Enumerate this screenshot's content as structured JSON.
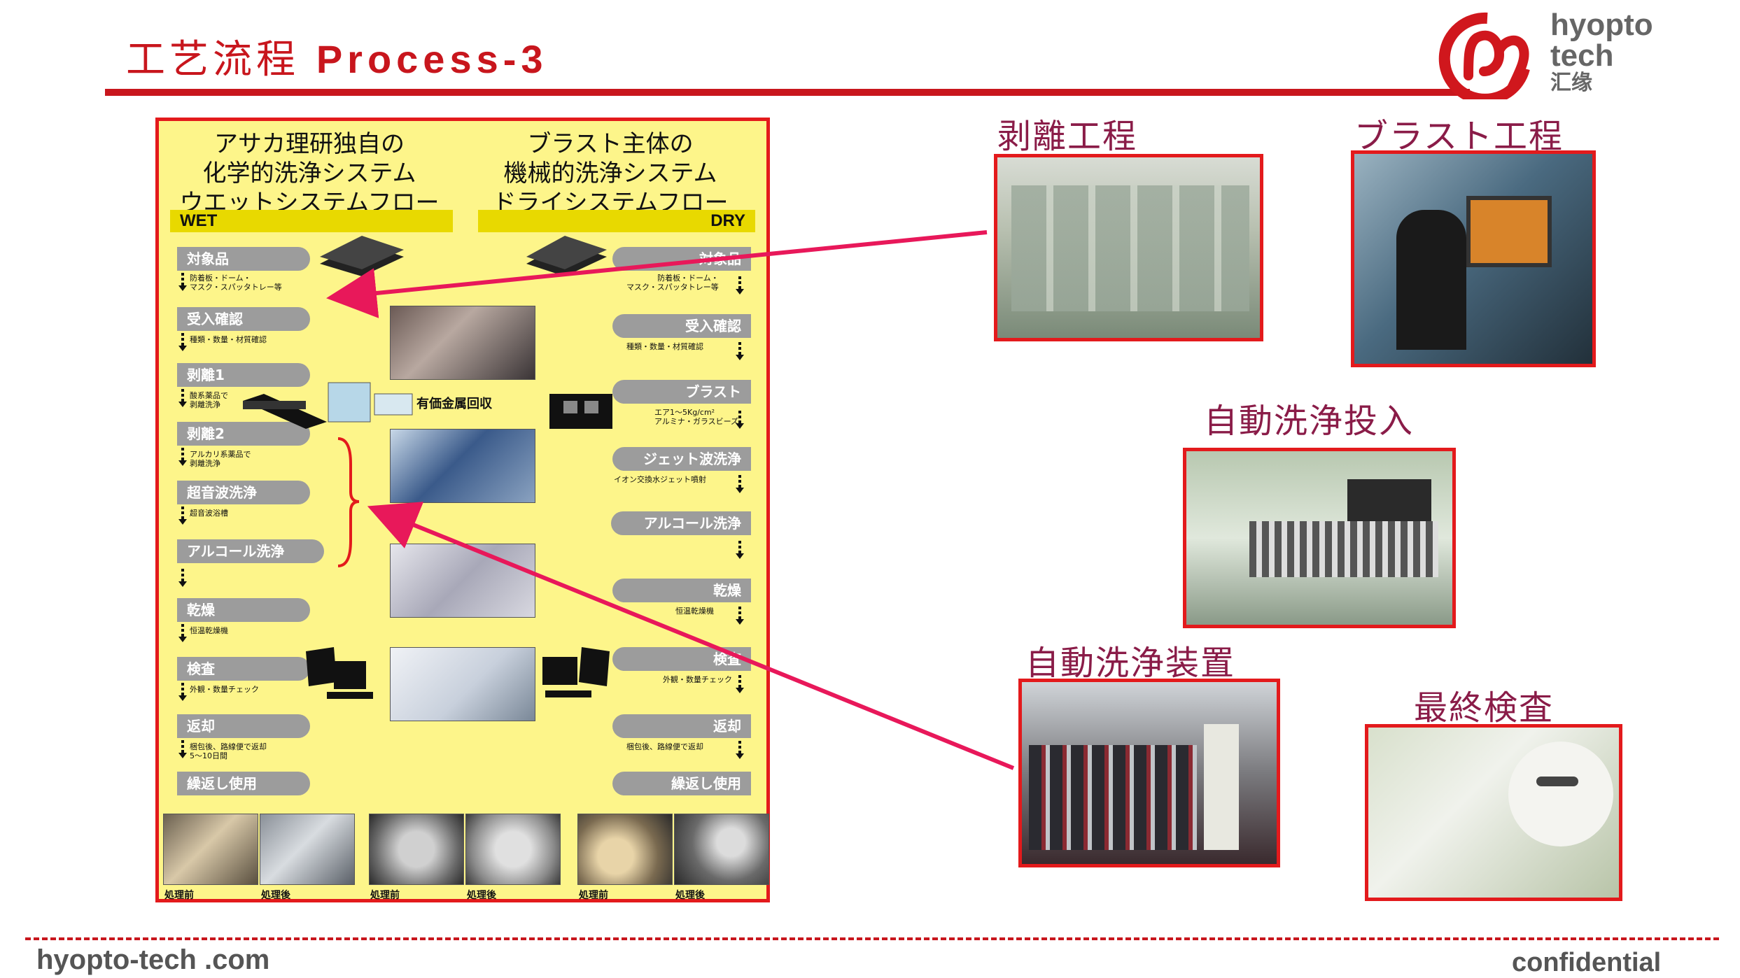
{
  "header": {
    "title_cn": "工艺流程",
    "title_en": "Process-3"
  },
  "logo": {
    "line1": "hyopto",
    "line2": "tech",
    "line3": "汇缘",
    "brand_color": "#c8161d"
  },
  "poster": {
    "wet": {
      "heading": [
        "アサカ理研独自の",
        "化学的洗浄システム",
        "ウエットシステムフロー"
      ],
      "tag": "WET",
      "steps": [
        {
          "label": "対象品",
          "note": "防着板・ドーム・\nマスク・スパッタトレー等"
        },
        {
          "label": "受入確認",
          "note": "種類・数量・材質確認"
        },
        {
          "label": "剥離1",
          "note": "酸系薬品で\n剥離洗浄"
        },
        {
          "label": "剥離2",
          "note": "アルカリ系薬品で\n剥離洗浄"
        },
        {
          "label": "超音波洗浄",
          "note": "超音波浴槽"
        },
        {
          "label": "アルコール洗浄",
          "note": ""
        },
        {
          "label": "乾燥",
          "note": "恒温乾燥機"
        },
        {
          "label": "検査",
          "note": "外観・数量チェック"
        },
        {
          "label": "返却",
          "note": "梱包後、路線便で返却\n5〜10日間"
        },
        {
          "label": "繰返し使用",
          "note": ""
        }
      ]
    },
    "dry": {
      "heading": [
        "ブラスト主体の",
        "機械的洗浄システム",
        "ドライシステムフロー"
      ],
      "tag": "DRY",
      "steps": [
        {
          "label": "対象品",
          "note": "防着板・ドーム・\nマスク・スパッタトレー等"
        },
        {
          "label": "受入確認",
          "note": "種類・数量・材質確認"
        },
        {
          "label": "ブラスト",
          "note": "エア1〜5Kg/cm²\nアルミナ・ガラスビーズ"
        },
        {
          "label": "ジェット波洗浄",
          "note": "イオン交換水ジェット噴射"
        },
        {
          "label": "アルコール洗浄",
          "note": ""
        },
        {
          "label": "乾燥",
          "note": "恒温乾燥機"
        },
        {
          "label": "検査",
          "note": "外観・数量チェック"
        },
        {
          "label": "返却",
          "note": "梱包後、路線便で返却"
        },
        {
          "label": "繰返し使用",
          "note": ""
        }
      ]
    },
    "recovery_label": "有価金属回収",
    "captions": [
      "処理前",
      "処理後",
      "処理前",
      "処理後",
      "処理前",
      "処理後"
    ]
  },
  "photos": {
    "stripping": "剥離工程",
    "blast": "ブラスト工程",
    "auto_loading": "自動洗浄投入",
    "auto_equipment": "自動洗浄装置",
    "final_inspection": "最終検査"
  },
  "footer": {
    "site": "hyopto-tech .com",
    "confidential": "confidential"
  },
  "colors": {
    "accent_red": "#c8161d",
    "poster_yellow": "#fdf58a",
    "photo_label": "#8a1c48",
    "arrow": "#e8185a"
  }
}
